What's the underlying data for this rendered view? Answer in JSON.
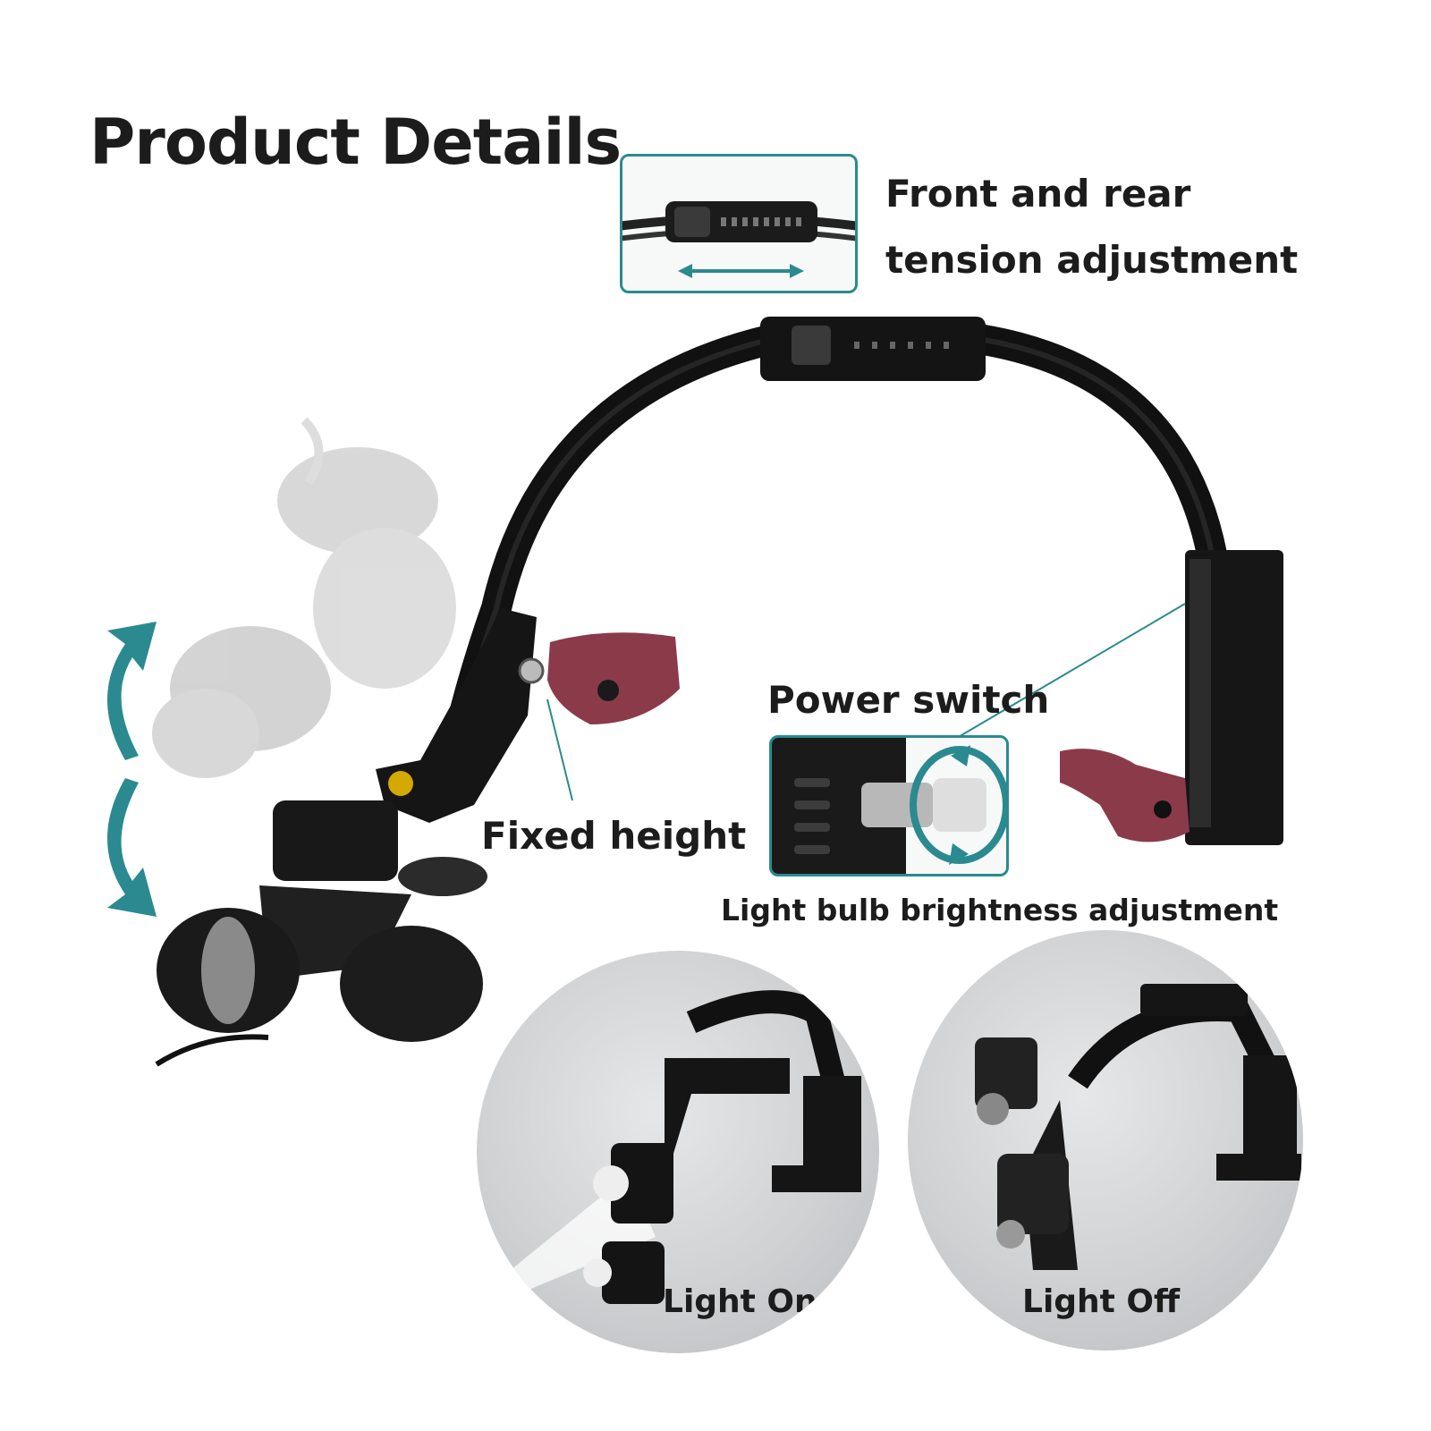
{
  "title": "Product Details",
  "labels": {
    "tension_line1": "Front and rear",
    "tension_line2": "tension adjustment",
    "power_switch": "Power switch",
    "fixed_height": "Fixed height",
    "brightness": "Light bulb brightness adjustment",
    "light_on": "Light On",
    "light_off": "Light Off"
  },
  "colors": {
    "accent": "#2a8a8f",
    "strap": "#8b3a4a",
    "frame": "#111111"
  }
}
